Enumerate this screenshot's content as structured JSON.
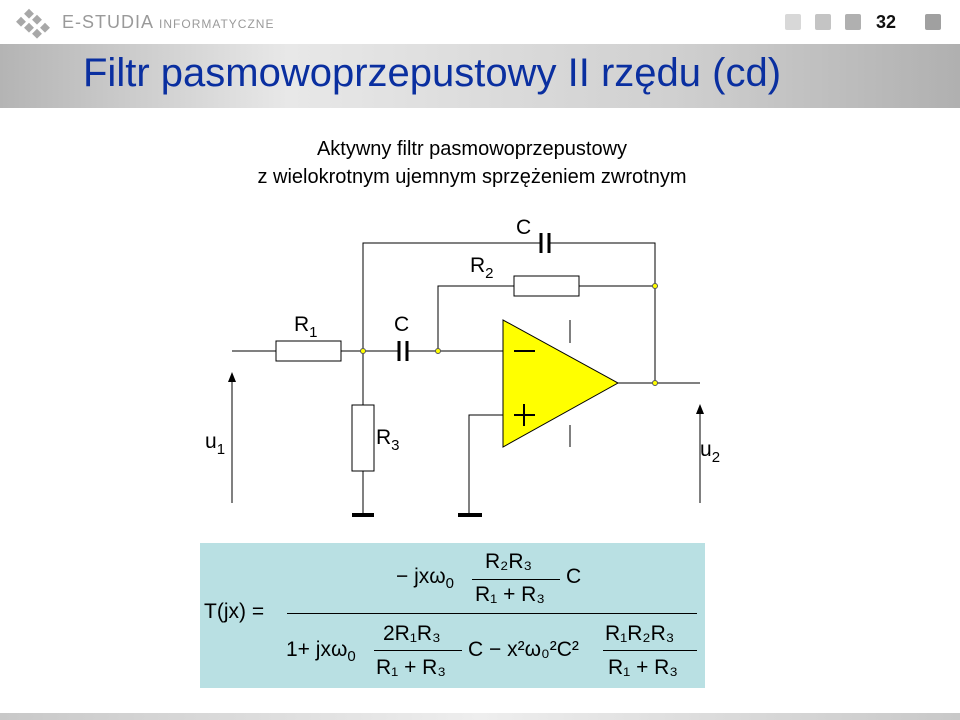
{
  "header": {
    "brand": "E-STUDIA",
    "brand_sub": "INFORMATYCZNE",
    "page_number": "32"
  },
  "title": "Filtr pasmowoprzepustowy II rzędu (cd)",
  "subtitle": {
    "line1": "Aktywny filtr pasmowoprzepustowy",
    "line2": "z wielokrotnym ujemnym sprzężeniem zwrotnym"
  },
  "circuit": {
    "labels": {
      "c_top": "C",
      "r2": "R",
      "r2_sub": "2",
      "r1": "R",
      "r1_sub": "1",
      "c_mid": "C",
      "r3": "R",
      "r3_sub": "3",
      "u1": "u",
      "u1_sub": "1",
      "u2": "u",
      "u2_sub": "2",
      "minus": "−",
      "plus": "+"
    },
    "opamp_color": "#ffff00"
  },
  "formula": {
    "lhs": "T(jx) =",
    "num_prefix": "− jxω",
    "num_frac_num": "R₂R₃",
    "num_frac_den": "R₁ + R₃",
    "num_suffix": "C",
    "den_prefix": "1+ jxω",
    "den_frac1_num": "2R₁R₃",
    "den_frac1_den": "R₁ + R₃",
    "den_mid": "C − x²ω₀²C²",
    "den_frac2_num": "R₁R₂R₃",
    "den_frac2_den": "R₁ + R₃",
    "sub0": "0"
  }
}
